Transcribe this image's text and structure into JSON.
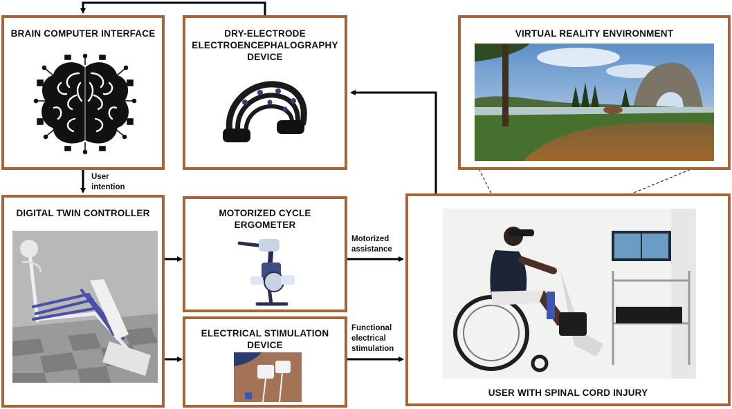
{
  "panels": {
    "bci": "BRAIN COMPUTER INTERFACE",
    "eeg": [
      "DRY-ELECTRODE",
      "ELECTROENCEPHALOGRAPHY",
      "DEVICE"
    ],
    "vr": "VIRTUAL REALITY ENVIRONMENT",
    "dtc": "DIGITAL TWIN CONTROLLER",
    "ergometer": [
      "MOTORIZED CYCLE",
      "ERGOMETER"
    ],
    "stim": [
      "ELECTRICAL STIMULATION",
      "DEVICE"
    ],
    "user": "USER WITH SPINAL CORD INJURY"
  },
  "labels": {
    "user_intention": [
      "User",
      "intention"
    ],
    "motorized_assistance": [
      "Motorized",
      "assistance"
    ],
    "fes": [
      "Functional",
      "electrical",
      "stimulation"
    ]
  },
  "colors": {
    "border": "#a5643a",
    "arrow": "#000000"
  }
}
